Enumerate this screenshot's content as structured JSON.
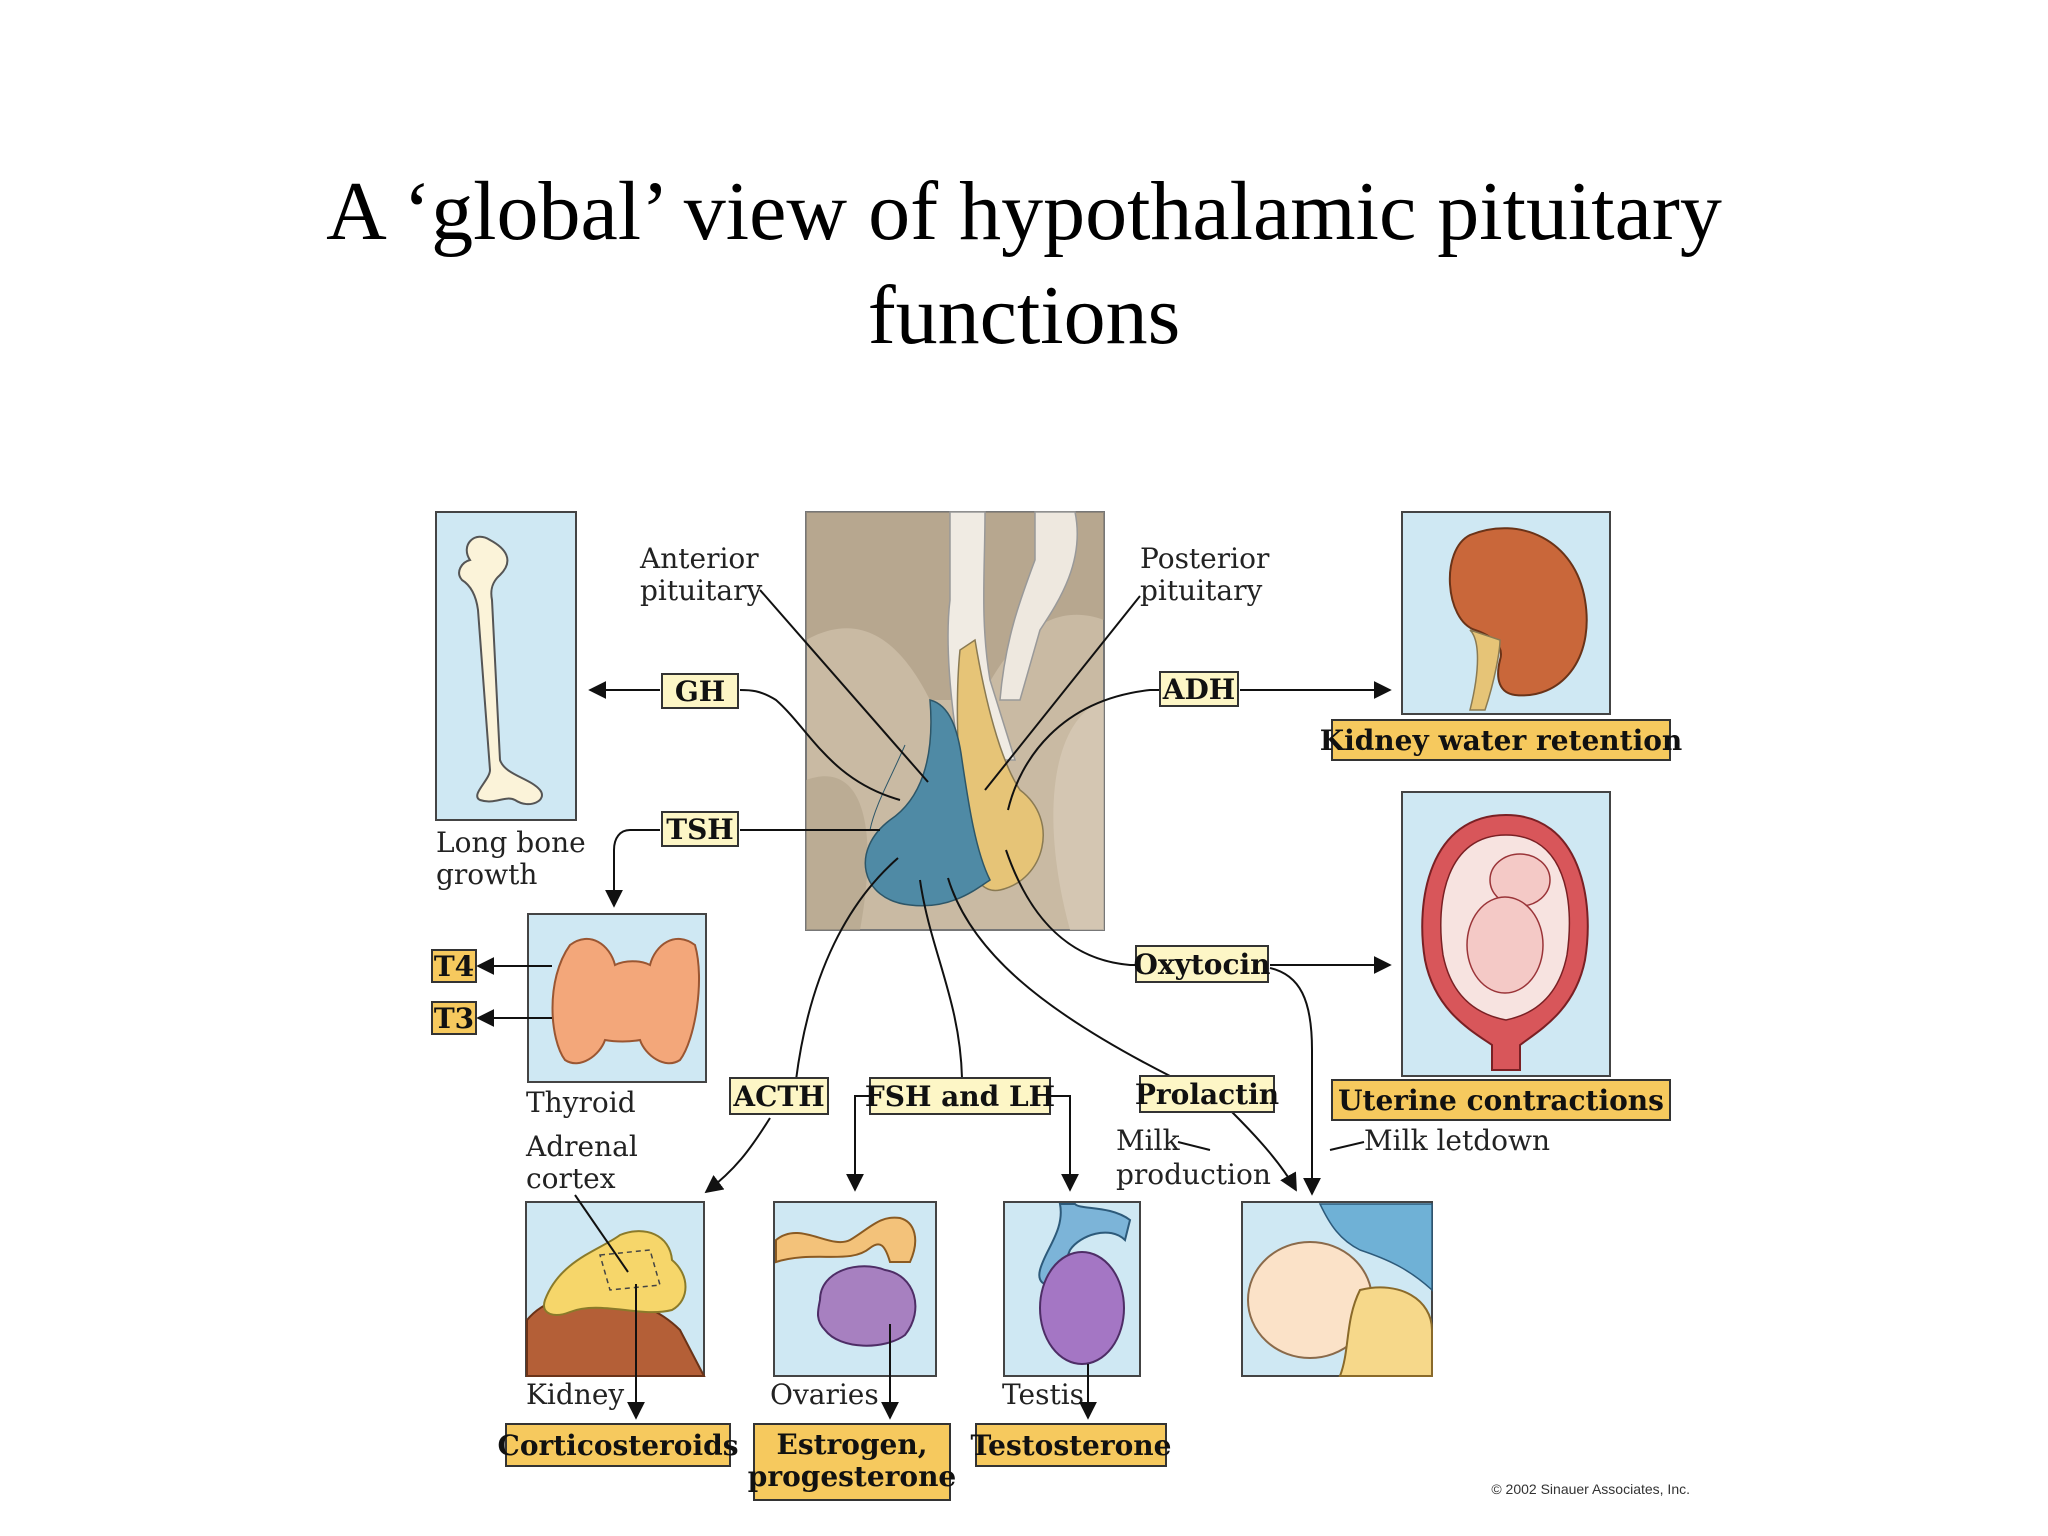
{
  "title": {
    "line1": "A ‘global’ view of hypothalamic pituitary",
    "line2": "functions"
  },
  "labels": {
    "anterior_l1": "Anterior",
    "anterior_l2": "pituitary",
    "posterior_l1": "Posterior",
    "posterior_l2": "pituitary",
    "long_bone_l1": "Long bone",
    "long_bone_l2": "growth",
    "thyroid": "Thyroid",
    "adrenal_l1": "Adrenal",
    "adrenal_l2": "cortex",
    "kidney": "Kidney",
    "ovaries": "Ovaries",
    "testis": "Testis",
    "milk_production_l1": "Milk",
    "milk_production_l2": "production",
    "milk_letdown": "Milk letdown"
  },
  "hormones": {
    "gh": "GH",
    "tsh": "TSH",
    "adh": "ADH",
    "oxytocin": "Oxytocin",
    "acth": "ACTH",
    "fsh_lh": "FSH and LH",
    "prolactin": "Prolactin",
    "t4": "T4",
    "t3": "T3"
  },
  "effects": {
    "kidney_water": "Kidney water retention",
    "uterine": "Uterine contractions",
    "corticosteroids": "Corticosteroids",
    "estrogen_l1": "Estrogen,",
    "estrogen_l2": "progesterone",
    "testosterone": "Testosterone"
  },
  "copyright": "© 2002 Sinauer Associates, Inc.",
  "colors": {
    "panel_blue": "#cfe8f3",
    "hormone_box": "#fdf6c6",
    "effect_box": "#f6c95e",
    "anterior_blue": "#4f8aa5",
    "posterior_yellow": "#e6c477",
    "brain_tan": "#c8b9a2"
  }
}
